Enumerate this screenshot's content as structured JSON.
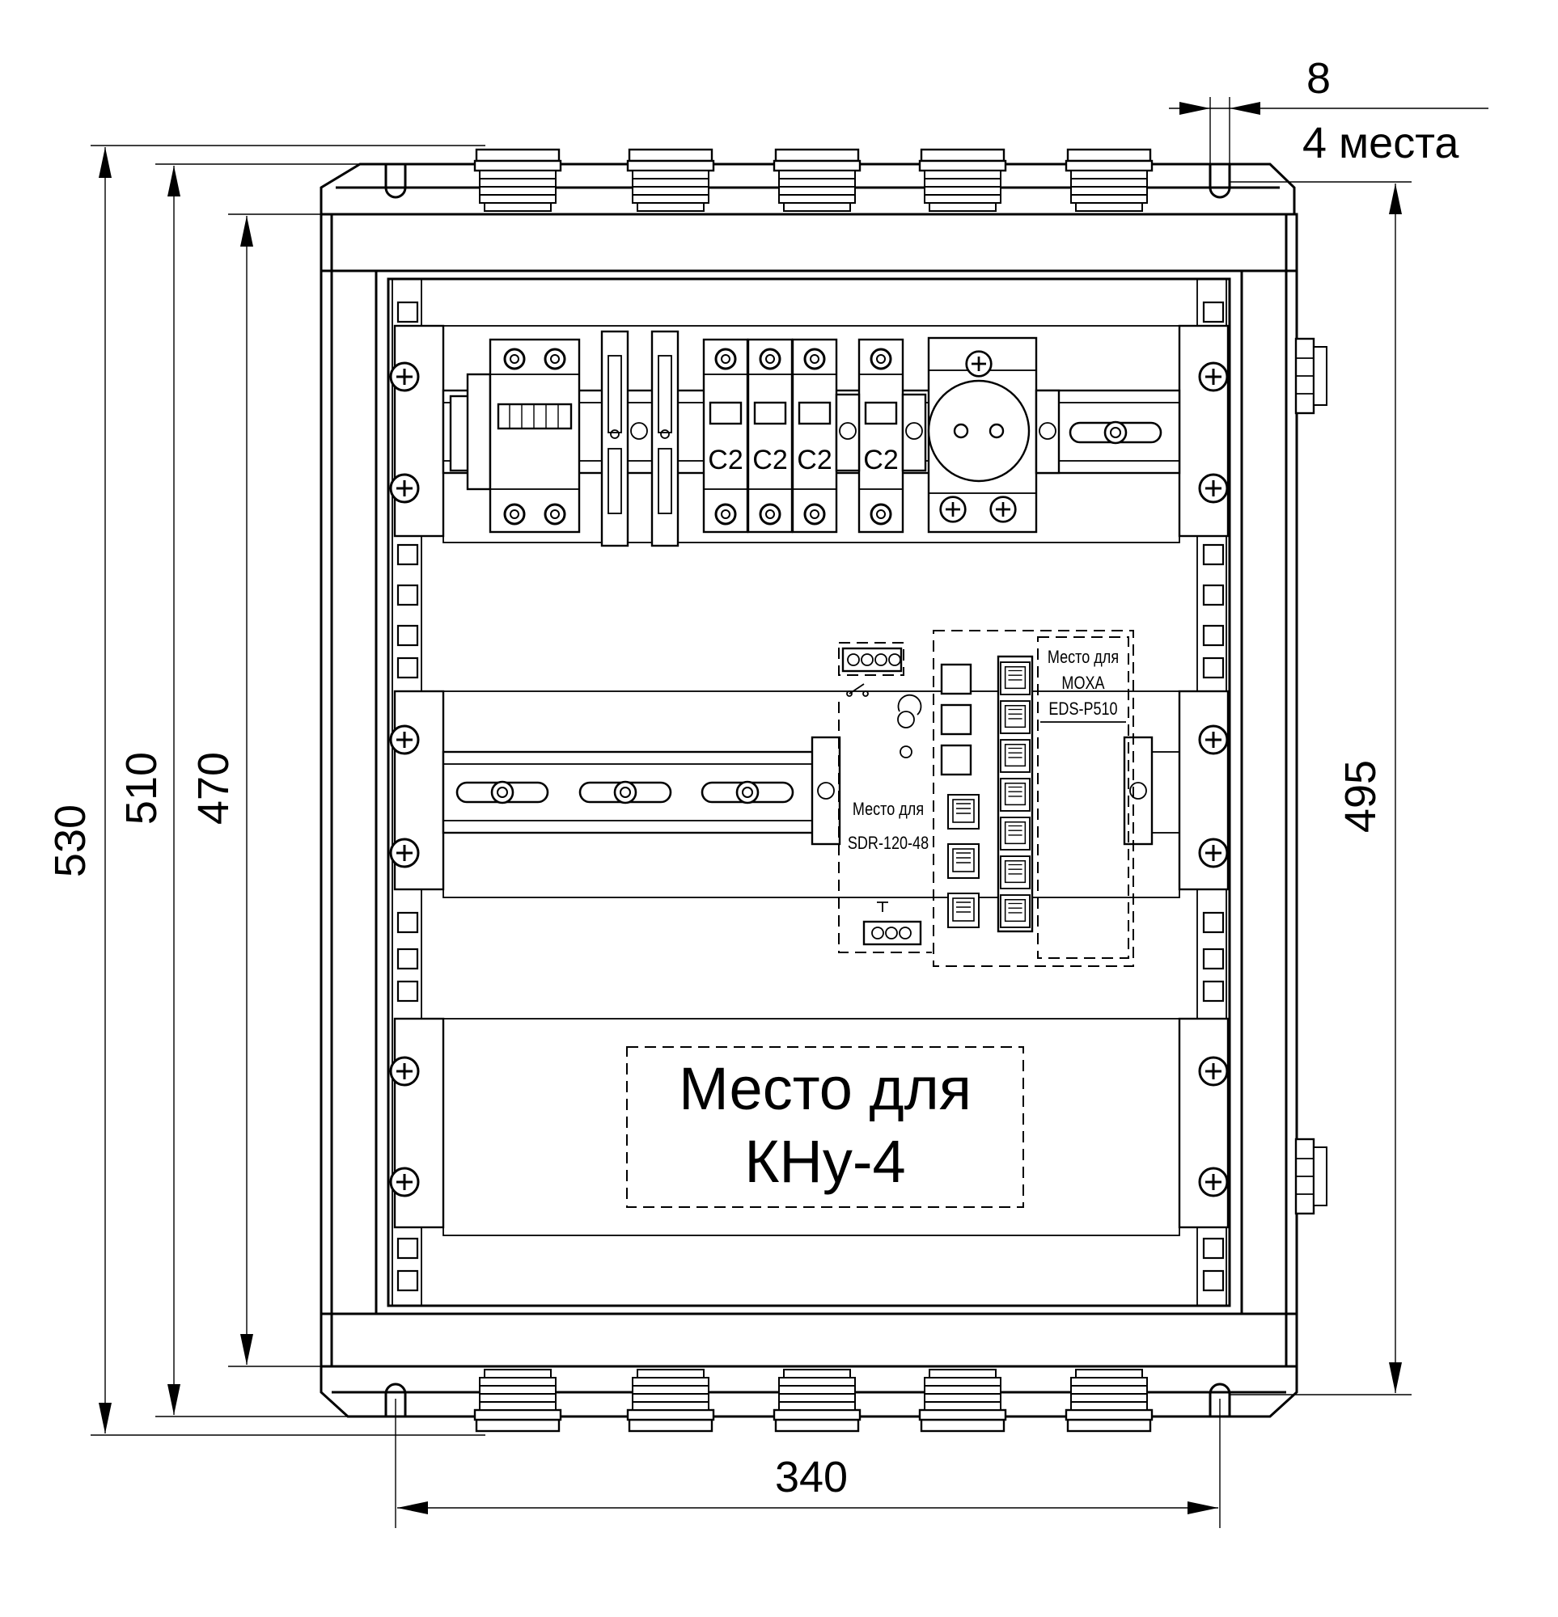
{
  "dimensions": {
    "overall_height": "530",
    "flange_height": "510",
    "body_height": "470",
    "mount_height": "495",
    "mount_width": "340",
    "slot_width": "8",
    "slot_count": "4 места"
  },
  "breakers": {
    "b1": "C2",
    "b2": "C2",
    "b3": "C2",
    "b4": "C2"
  },
  "psu": {
    "line1": "Место для",
    "line2": "SDR-120-48"
  },
  "switch": {
    "line1": "Место для",
    "line2": "MOXA",
    "line3": "EDS-P510"
  },
  "kny": {
    "line1": "Место для",
    "line2": "КНу-4"
  }
}
